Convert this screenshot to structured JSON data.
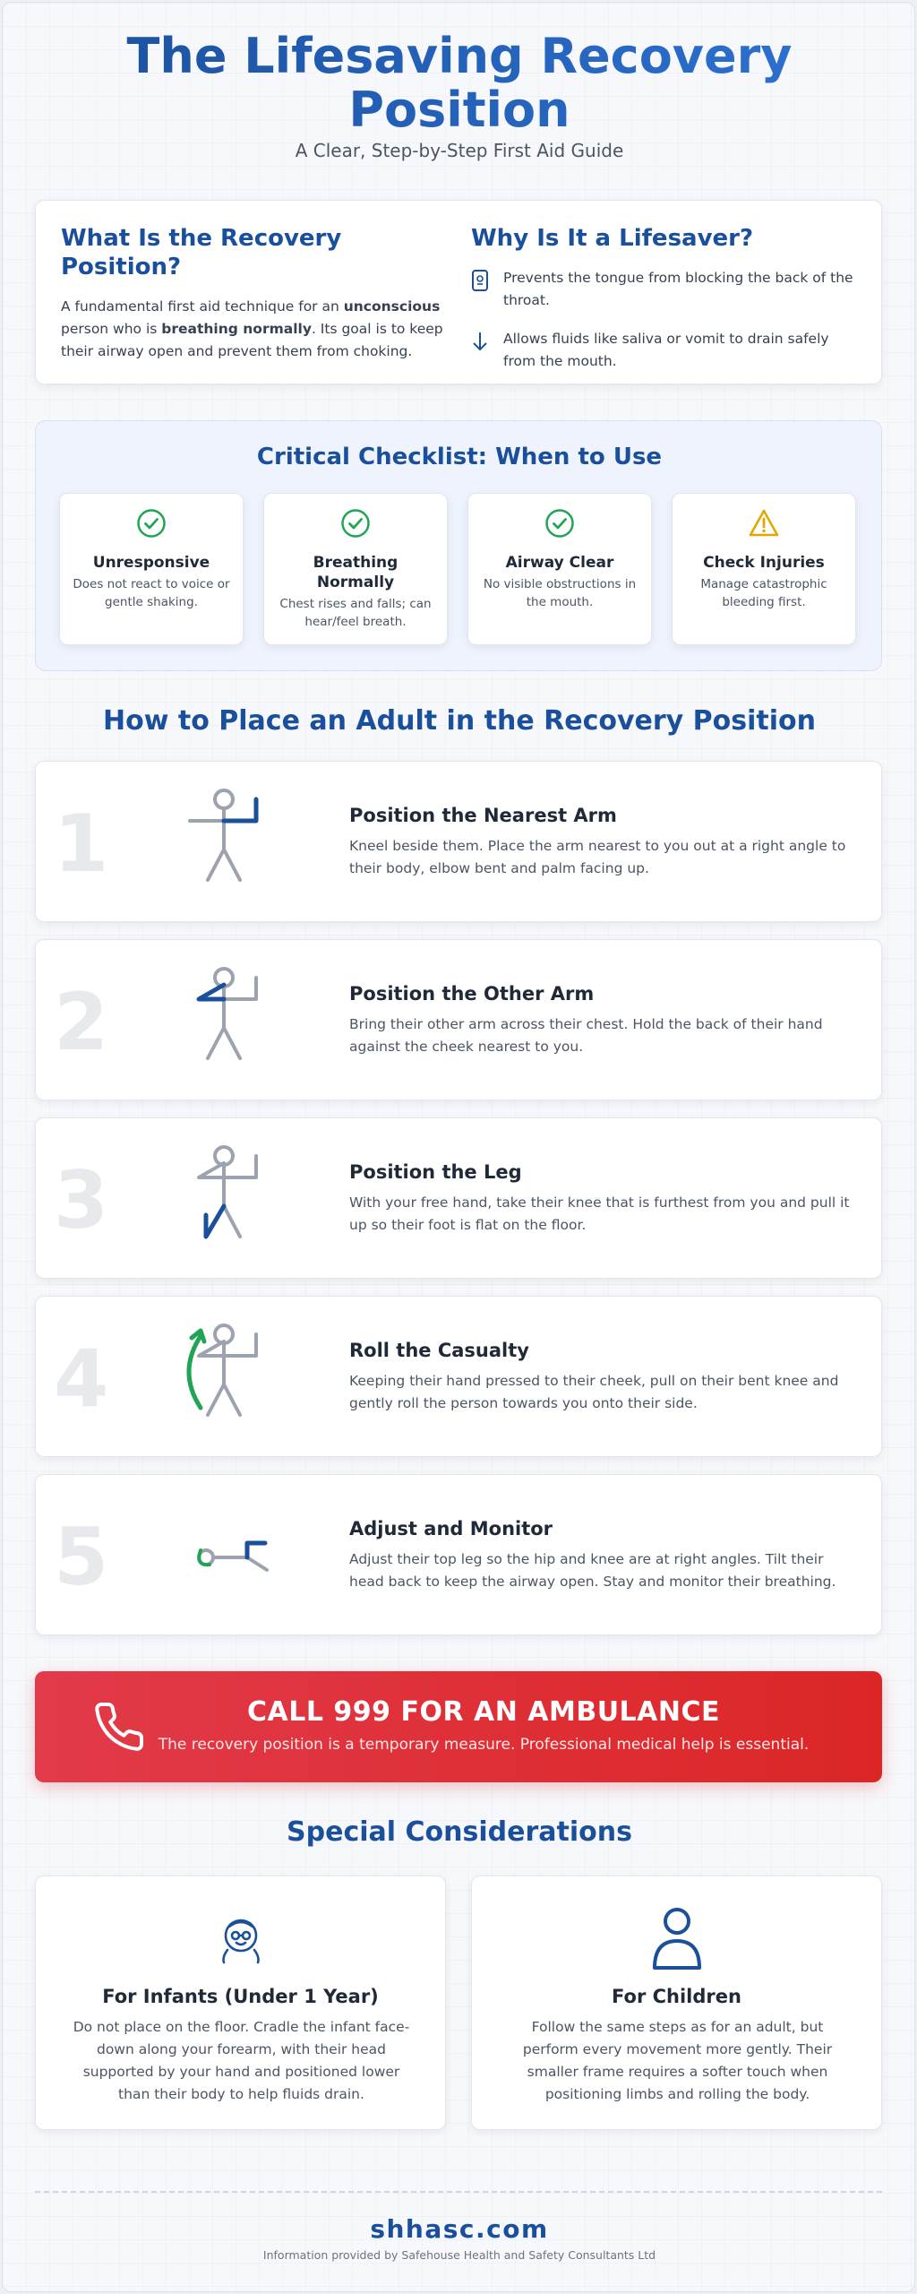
{
  "header": {
    "title_line1": "The Lifesaving Recovery",
    "title_line2": "Position",
    "subtitle": "A Clear, Step-by-Step First Aid Guide"
  },
  "what": {
    "heading_line1": "What Is the Recovery",
    "heading_line2": "Position?",
    "text_part1": "A fundamental first aid technique for an ",
    "bold1": "unconscious",
    "text_part2": " person who is ",
    "bold2": "breathing normally",
    "text_part3": ". Its goal is to keep their airway open and prevent them from choking."
  },
  "why": {
    "heading": "Why Is It a Lifesaver?",
    "items": [
      {
        "icon": "tongue-icon",
        "text": "Prevents the tongue from blocking the back of the throat."
      },
      {
        "icon": "arrow-down-icon",
        "text": "Allows fluids like saliva or vomit to drain safely from the mouth."
      }
    ]
  },
  "checklist": {
    "heading": "Critical Checklist: When to Use",
    "items": [
      {
        "icon": "check-circle-icon",
        "title": "Unresponsive",
        "desc": "Does not react to voice or gentle shaking."
      },
      {
        "icon": "check-circle-icon",
        "title": "Breathing Normally",
        "desc": "Chest rises and falls; can hear/feel breath."
      },
      {
        "icon": "check-circle-icon",
        "title": "Airway Clear",
        "desc": "No visible obstructions in the mouth."
      },
      {
        "icon": "warning-triangle-icon",
        "title": "Check Injuries",
        "desc": "Manage catastrophic bleeding first."
      }
    ]
  },
  "steps": {
    "heading": "How to Place an Adult in the Recovery Position",
    "items": [
      {
        "num": "1",
        "title": "Position the Nearest Arm",
        "desc": "Kneel beside them. Place the arm nearest to you out at a right angle to their body, elbow bent and palm facing up."
      },
      {
        "num": "2",
        "title": "Position the Other Arm",
        "desc": "Bring their other arm across their chest. Hold the back of their hand against the cheek nearest to you."
      },
      {
        "num": "3",
        "title": "Position the Leg",
        "desc": "With your free hand, take their knee that is furthest from you and pull it up so their foot is flat on the floor."
      },
      {
        "num": "4",
        "title": "Roll the Casualty",
        "desc": "Keeping their hand pressed to their cheek, pull on their bent knee and gently roll the person towards you onto their side."
      },
      {
        "num": "5",
        "title": "Adjust and Monitor",
        "desc": "Adjust their top leg so the hip and knee are at right angles. Tilt their head back to keep the airway open. Stay and monitor their breathing."
      }
    ]
  },
  "call": {
    "title": "CALL 999 FOR AN AMBULANCE",
    "desc": "The recovery position is a temporary measure. Professional medical help is essential."
  },
  "special": {
    "heading": "Special Considerations",
    "items": [
      {
        "icon": "infant-icon",
        "title": "For Infants (Under 1 Year)",
        "desc": "Do not place on the floor. Cradle the infant face-down along your forearm, with their head supported by your hand and positioned lower than their body to help fluids drain."
      },
      {
        "icon": "person-icon",
        "title": "For Children",
        "desc": "Follow the same steps as for an adult, but perform every movement more gently. Their smaller frame requires a softer touch when positioning limbs and rolling the body."
      }
    ]
  },
  "footer": {
    "brand": "shhasc.com",
    "note": "Information provided by Safehouse Health and Safety Consultants Ltd"
  },
  "colors": {
    "primary": "#1a4f9c",
    "figure_gray": "#9ca3af",
    "highlight_blue": "#1a4f9c",
    "check_green": "#22a455",
    "warning_amber": "#e0a800",
    "alert_red": "#dc2626"
  }
}
